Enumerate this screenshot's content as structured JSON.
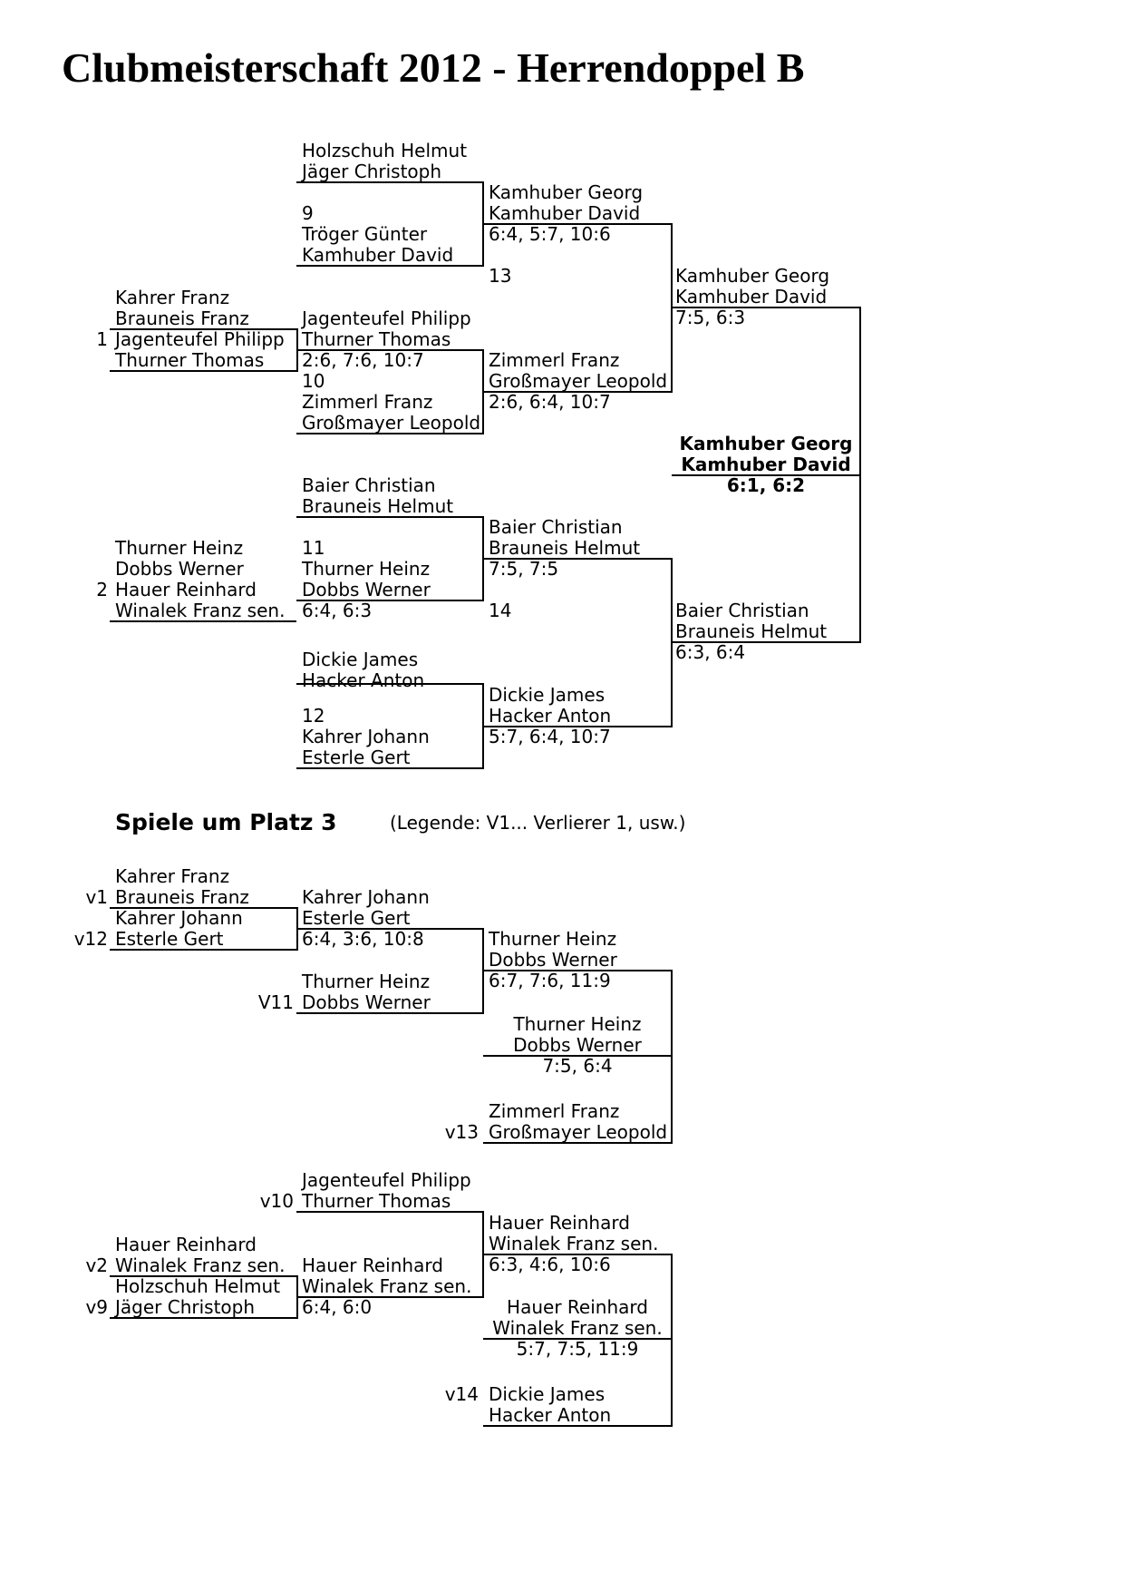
{
  "title": "Clubmeisterschaft 2012 - Herrendoppel B",
  "main": {
    "r0a": {
      "seed": "1",
      "p1": "Kahrer Franz",
      "p2": "Brauneis Franz",
      "p3": "Jagenteufel Philipp",
      "p4": "Thurner Thomas"
    },
    "r0b": {
      "seed": "2",
      "p1": "Thurner Heinz",
      "p2": "Dobbs Werner",
      "p3": "Hauer Reinhard",
      "p4": "Winalek Franz sen."
    },
    "r1": [
      {
        "p1": "Holzschuh Helmut",
        "p2": "Jäger Christoph",
        "num": "9",
        "p3": "Tröger Günter",
        "p4": "Kamhuber David"
      },
      {
        "p1": "Jagenteufel Philipp",
        "p2": "Thurner Thomas",
        "score": "2:6, 7:6, 10:7",
        "num": "10",
        "p3": "Zimmerl Franz",
        "p4": "Großmayer Leopold"
      },
      {
        "p1": "Baier Christian",
        "p2": "Brauneis Helmut",
        "num": "11",
        "p3": "Thurner Heinz",
        "p4": "Dobbs Werner",
        "score": "6:4, 6:3"
      },
      {
        "p1": "Dickie James",
        "p2": "Hacker Anton",
        "num": "12",
        "p3": "Kahrer Johann",
        "p4": "Esterle Gert"
      }
    ],
    "r2": [
      {
        "p1": "Kamhuber Georg",
        "p2": "Kamhuber David",
        "score": "6:4, 5:7, 10:6",
        "num": "13"
      },
      {
        "p1": "Zimmerl Franz",
        "p2": "Großmayer Leopold",
        "score": "2:6, 6:4, 10:7"
      },
      {
        "p1": "Baier Christian",
        "p2": "Brauneis Helmut",
        "score": "7:5, 7:5",
        "num": "14"
      },
      {
        "p1": "Dickie James",
        "p2": "Hacker Anton",
        "score": "5:7, 6:4, 10:7"
      }
    ],
    "r3": [
      {
        "p1": "Kamhuber Georg",
        "p2": "Kamhuber David",
        "score": "7:5, 6:3"
      },
      {
        "p1": "Baier Christian",
        "p2": "Brauneis Helmut",
        "score": "6:3, 6:4"
      }
    ],
    "winner": {
      "p1": "Kamhuber Georg",
      "p2": "Kamhuber David",
      "score": "6:1, 6:2"
    }
  },
  "third": {
    "heading": "Spiele um Platz 3",
    "legend": "(Legende: V1... Verlierer 1, usw.)",
    "a": {
      "r0": {
        "p1": "Kahrer Franz",
        "s1": "v1",
        "p2": "Brauneis Franz",
        "p3": "Kahrer Johann",
        "s2": "v12",
        "p4": "Esterle Gert"
      },
      "r1w": {
        "p1": "Kahrer Johann",
        "p2": "Esterle Gert",
        "score": "6:4, 3:6, 10:8"
      },
      "r1b": {
        "p1": "Thurner Heinz",
        "s": "V11",
        "p2": "Dobbs Werner"
      },
      "r2": {
        "p1": "Thurner Heinz",
        "p2": "Dobbs Werner",
        "score": "6:7, 7:6, 11:9"
      },
      "final": {
        "p1": "Thurner Heinz",
        "p2": "Dobbs Werner",
        "score": "7:5, 6:4"
      },
      "r2b": {
        "p1": "Zimmerl Franz",
        "s": "v13",
        "p2": "Großmayer Leopold"
      }
    },
    "b": {
      "r1t": {
        "p1": "Jagenteufel Philipp",
        "s": "v10",
        "p2": "Thurner Thomas"
      },
      "r0": {
        "p1": "Hauer Reinhard",
        "s1": "v2",
        "p2": "Winalek Franz sen.",
        "p3": "Holzschuh Helmut",
        "s2": "v9",
        "p4": "Jäger Christoph"
      },
      "r1w": {
        "p1": "Hauer Reinhard",
        "p2": "Winalek Franz sen.",
        "score": "6:4, 6:0"
      },
      "r2": {
        "p1": "Hauer Reinhard",
        "p2": "Winalek Franz sen.",
        "score": "6:3, 4:6, 10:6"
      },
      "final": {
        "p1": "Hauer Reinhard",
        "p2": "Winalek Franz sen.",
        "score": "5:7, 7:5, 11:9"
      },
      "r2b": {
        "s": "v14",
        "p1": "Dickie James",
        "p2": "Hacker Anton"
      }
    }
  }
}
